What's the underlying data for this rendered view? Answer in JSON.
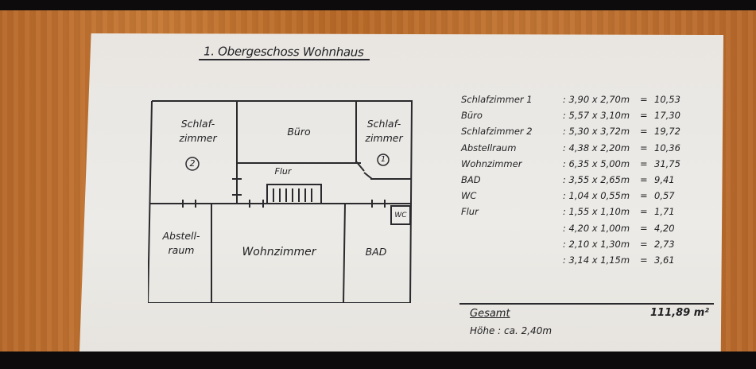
{
  "photo": {
    "description": "Photo of a hand-drawn floor plan on paper lying on a wooden surface",
    "colors": {
      "wood": "#c27634",
      "paper": "#eae7e3",
      "ink": "#1f1f22",
      "frame": "#0d0b0c"
    }
  },
  "title": "1. Obergeschoss Wohnhaus",
  "floor_plan": {
    "rooms": [
      {
        "id": "schlafzimmer-2",
        "label": "Schlaf-\nzimmer",
        "number": "2"
      },
      {
        "id": "buero",
        "label": "Büro"
      },
      {
        "id": "schlafzimmer-1",
        "label": "Schlaf-\nzimmer",
        "number": "1"
      },
      {
        "id": "flur",
        "label": "Flur"
      },
      {
        "id": "abstellraum",
        "label": "Abstell-\nraum"
      },
      {
        "id": "wohnzimmer",
        "label": "Wohnzimmer"
      },
      {
        "id": "bad",
        "label": "BAD"
      },
      {
        "id": "wc",
        "label": "WC"
      }
    ]
  },
  "areas": {
    "rows": [
      {
        "name": "Schlafzimmer 1",
        "dims": ": 3,90 x 2,70m",
        "area": "10,53"
      },
      {
        "name": "Büro",
        "dims": ": 5,57 x 3,10m",
        "area": "17,30"
      },
      {
        "name": "Schlafzimmer 2",
        "dims": ": 5,30 x 3,72m",
        "area": "19,72"
      },
      {
        "name": "Abstellraum",
        "dims": ": 4,38 x 2,20m",
        "area": "10,36"
      },
      {
        "name": "Wohnzimmer",
        "dims": ": 6,35 x 5,00m",
        "area": "31,75"
      },
      {
        "name": "BAD",
        "dims": ": 3,55 x 2,65m",
        "area": "9,41"
      },
      {
        "name": "WC",
        "dims": ": 1,04 x 0,55m",
        "area": "0,57"
      },
      {
        "name": "Flur",
        "dims": ": 1,55 x 1,10m",
        "area": "1,71"
      },
      {
        "name": "",
        "dims": ": 4,20 x 1,00m",
        "area": "4,20"
      },
      {
        "name": "",
        "dims": ": 2,10 x 1,30m",
        "area": "2,73"
      },
      {
        "name": "",
        "dims": ": 3,14 x 1,15m",
        "area": "3,61"
      }
    ],
    "equals": "=",
    "total_label": "Gesamt",
    "total_value": "111,89 m²",
    "height_note": "Höhe : ca. 2,40m"
  }
}
